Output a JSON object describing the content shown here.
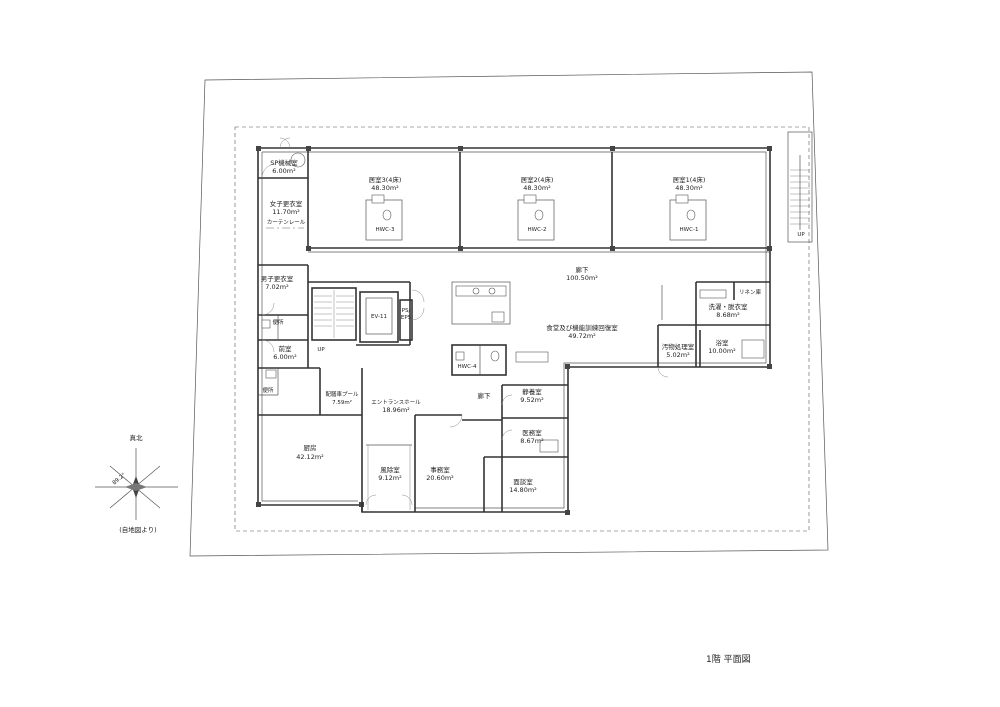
{
  "plan_title": "1階 平面図",
  "north": {
    "label": "真北",
    "angle": "89.2°",
    "source": "(自地図より)"
  },
  "rooms": {
    "room3": {
      "name": "居室3(4床)",
      "area": "48.30m²"
    },
    "room2": {
      "name": "居室2(4床)",
      "area": "48.30m²"
    },
    "room1": {
      "name": "居室1(4床)",
      "area": "48.30m²"
    },
    "hwc3": "HWC-3",
    "hwc2": "HWC-2",
    "hwc1": "HWC-1",
    "hwc4": "HWC-4",
    "sp": {
      "name": "SP機械室",
      "area": "6.00m²"
    },
    "women": {
      "name": "女子更衣室",
      "area": "11.70m²"
    },
    "curtain": "カーテンレール",
    "men": {
      "name": "男子更衣室",
      "area": "7.02m²"
    },
    "wc": "便所",
    "front": {
      "name": "前室",
      "area": "6.00m²"
    },
    "wc2": "便所",
    "up1": "UP",
    "ev": "EV-11",
    "ps": "PS/\nEPS",
    "corridor": {
      "name": "廊下",
      "area": "100.50m²"
    },
    "dining": {
      "name": "食堂及び機能訓練回復室",
      "area": "49.72m²"
    },
    "linen": "リネン庫",
    "laundry": {
      "name": "洗濯・脱衣室",
      "area": "8.68m²"
    },
    "filth": {
      "name": "汚物処理室",
      "area": "5.02m²"
    },
    "bath": {
      "name": "浴室",
      "area": "10.00m²"
    },
    "pantry": {
      "name": "配膳車プール",
      "area": "7.59m²"
    },
    "entrance": {
      "name": "エントランスホール",
      "area": "18.96m²"
    },
    "hall2": "廊下",
    "quiet": {
      "name": "静養室",
      "area": "9.52m²"
    },
    "medical": {
      "name": "医務室",
      "area": "8.67m²"
    },
    "kitchen": {
      "name": "厨房",
      "area": "42.12m²"
    },
    "windbreak": {
      "name": "風除室",
      "area": "9.12m²"
    },
    "office": {
      "name": "事務室",
      "area": "20.60m²"
    },
    "interview": {
      "name": "面談室",
      "area": "14.80m²"
    },
    "up2": "UP"
  }
}
